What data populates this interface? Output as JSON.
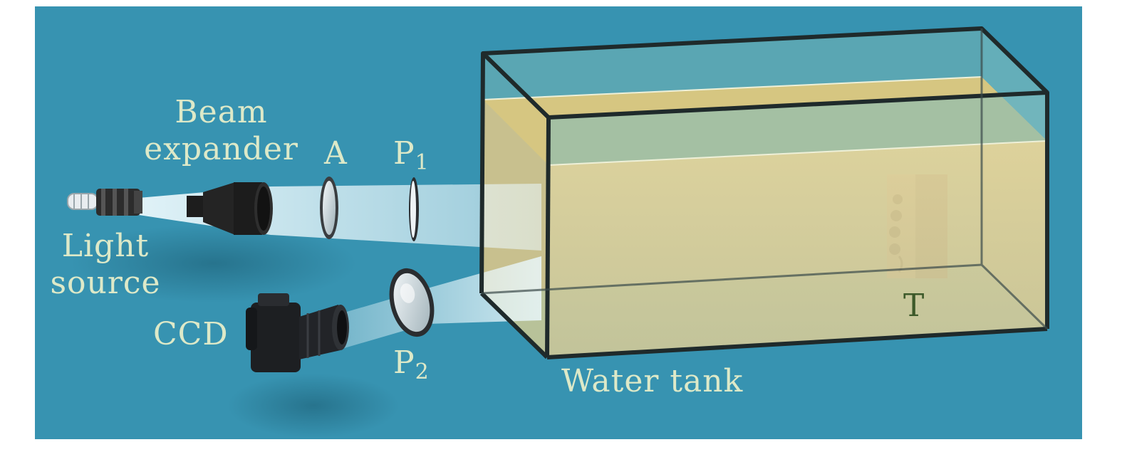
{
  "colors": {
    "background": "#3793b1",
    "label": "#dde9c8",
    "target_label": "#3d5a2a",
    "water": "#e4d59a",
    "tank_edge": "#1f2a2b",
    "beam": "#dff2f6"
  },
  "labels": {
    "beam_expander": [
      "Beam",
      "expander"
    ],
    "aperture": "A",
    "polarizer_1": "P",
    "polarizer_1_sub": "1",
    "polarizer_2": "P",
    "polarizer_2_sub": "2",
    "light_source": [
      "Light",
      "source"
    ],
    "ccd": "CCD",
    "water_tank": "Water tank",
    "target": "T"
  }
}
